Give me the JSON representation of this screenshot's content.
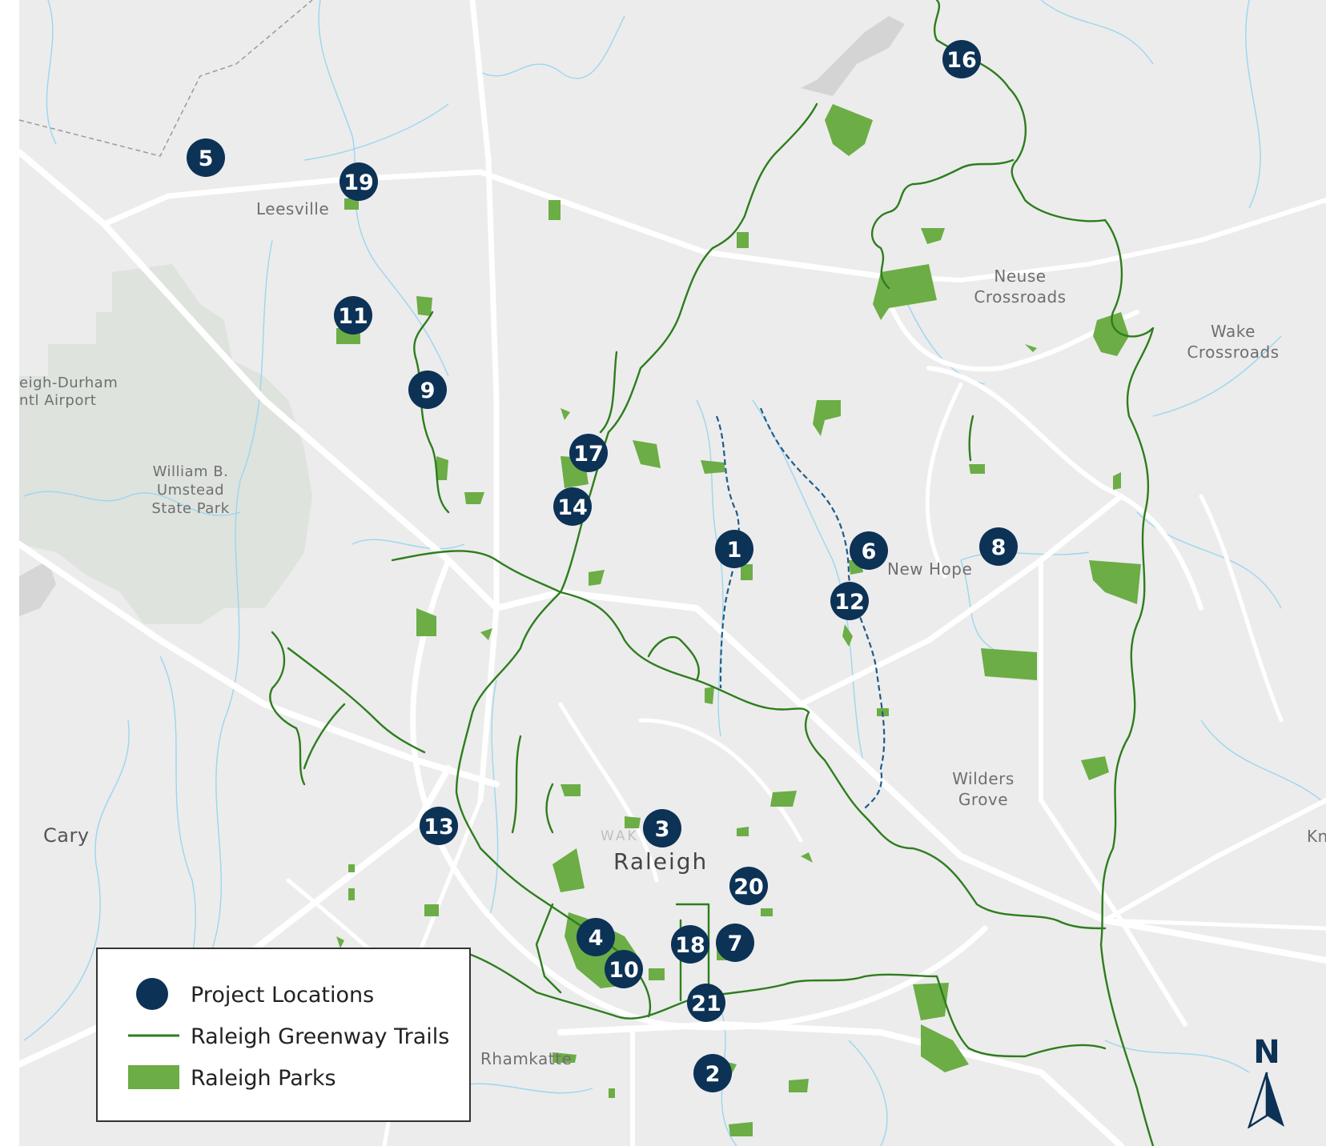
{
  "colors": {
    "background": "#ececec",
    "road": "#ffffff",
    "water": "#9bd6ee",
    "park": "#6cad46",
    "trail": "#2e7d1e",
    "state_park": "#dee3de",
    "airport": "#dadada",
    "marker": "#0c3256"
  },
  "places": {
    "leesville": "Leesville",
    "airport_line1": "eigh-Durham",
    "airport_line2": "ntl Airport",
    "umstead_line1": "William B.",
    "umstead_line2": "Umstead",
    "umstead_line3": "State Park",
    "neuse_line1": "Neuse",
    "neuse_line2": "Crossroads",
    "wake_line1": "Wake",
    "wake_line2": "Crossroads",
    "new_hope": "New Hope",
    "wilders_line1": "Wilders",
    "wilders_line2": "Grove",
    "cary": "Cary",
    "raleigh": "Raleigh",
    "wake": "WAK",
    "rhamkatte": "Rhamkatte",
    "kn": "Kn"
  },
  "markers": [
    {
      "id": "1",
      "label": "1"
    },
    {
      "id": "2",
      "label": "2"
    },
    {
      "id": "3",
      "label": "3"
    },
    {
      "id": "4",
      "label": "4"
    },
    {
      "id": "5",
      "label": "5"
    },
    {
      "id": "6",
      "label": "6"
    },
    {
      "id": "7",
      "label": "7"
    },
    {
      "id": "8",
      "label": "8"
    },
    {
      "id": "9",
      "label": "9"
    },
    {
      "id": "10",
      "label": "10"
    },
    {
      "id": "11",
      "label": "11"
    },
    {
      "id": "12",
      "label": "12"
    },
    {
      "id": "13",
      "label": "13"
    },
    {
      "id": "14",
      "label": "14"
    },
    {
      "id": "16",
      "label": "16"
    },
    {
      "id": "17",
      "label": "17"
    },
    {
      "id": "18",
      "label": "18"
    },
    {
      "id": "19",
      "label": "19"
    },
    {
      "id": "20",
      "label": "20"
    },
    {
      "id": "21",
      "label": "21"
    }
  ],
  "legend": {
    "project_locations": "Project Locations",
    "greenway_trails": "Raleigh Greenway Trails",
    "parks": "Raleigh Parks"
  },
  "north": "N"
}
